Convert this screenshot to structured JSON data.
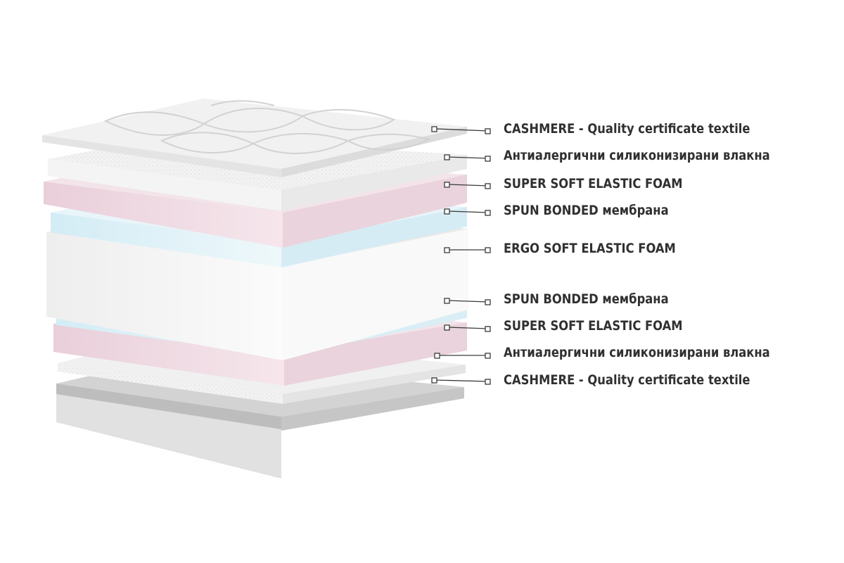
{
  "callouts": [
    {
      "label": "CASHMERE - Quality certificate textile"
    },
    {
      "label": "Антиалергични силиконизирани влакна"
    },
    {
      "label": "SUPER SOFT ELASTIC FOAM"
    },
    {
      "label": "SPUN BONDED мембрана"
    },
    {
      "label": "ERGO SOFT ELASTIC FOAM"
    },
    {
      "label": "SPUN BONDED мембрана"
    },
    {
      "label": "SUPER SOFT ELASTIC FOAM"
    },
    {
      "label": "Антиалергични силиконизирани влакна"
    },
    {
      "label": "CASHMERE - Quality certificate textile"
    }
  ],
  "colors": {
    "text": "#303030",
    "cashmere": "#f3f3f3",
    "fiber": "#ececec",
    "pink_foam": "#f0dfe6",
    "blue_membrane": "#e6f4f9",
    "core_foam": "#f7f7f7",
    "bottom_base": "#cfcfcf"
  }
}
